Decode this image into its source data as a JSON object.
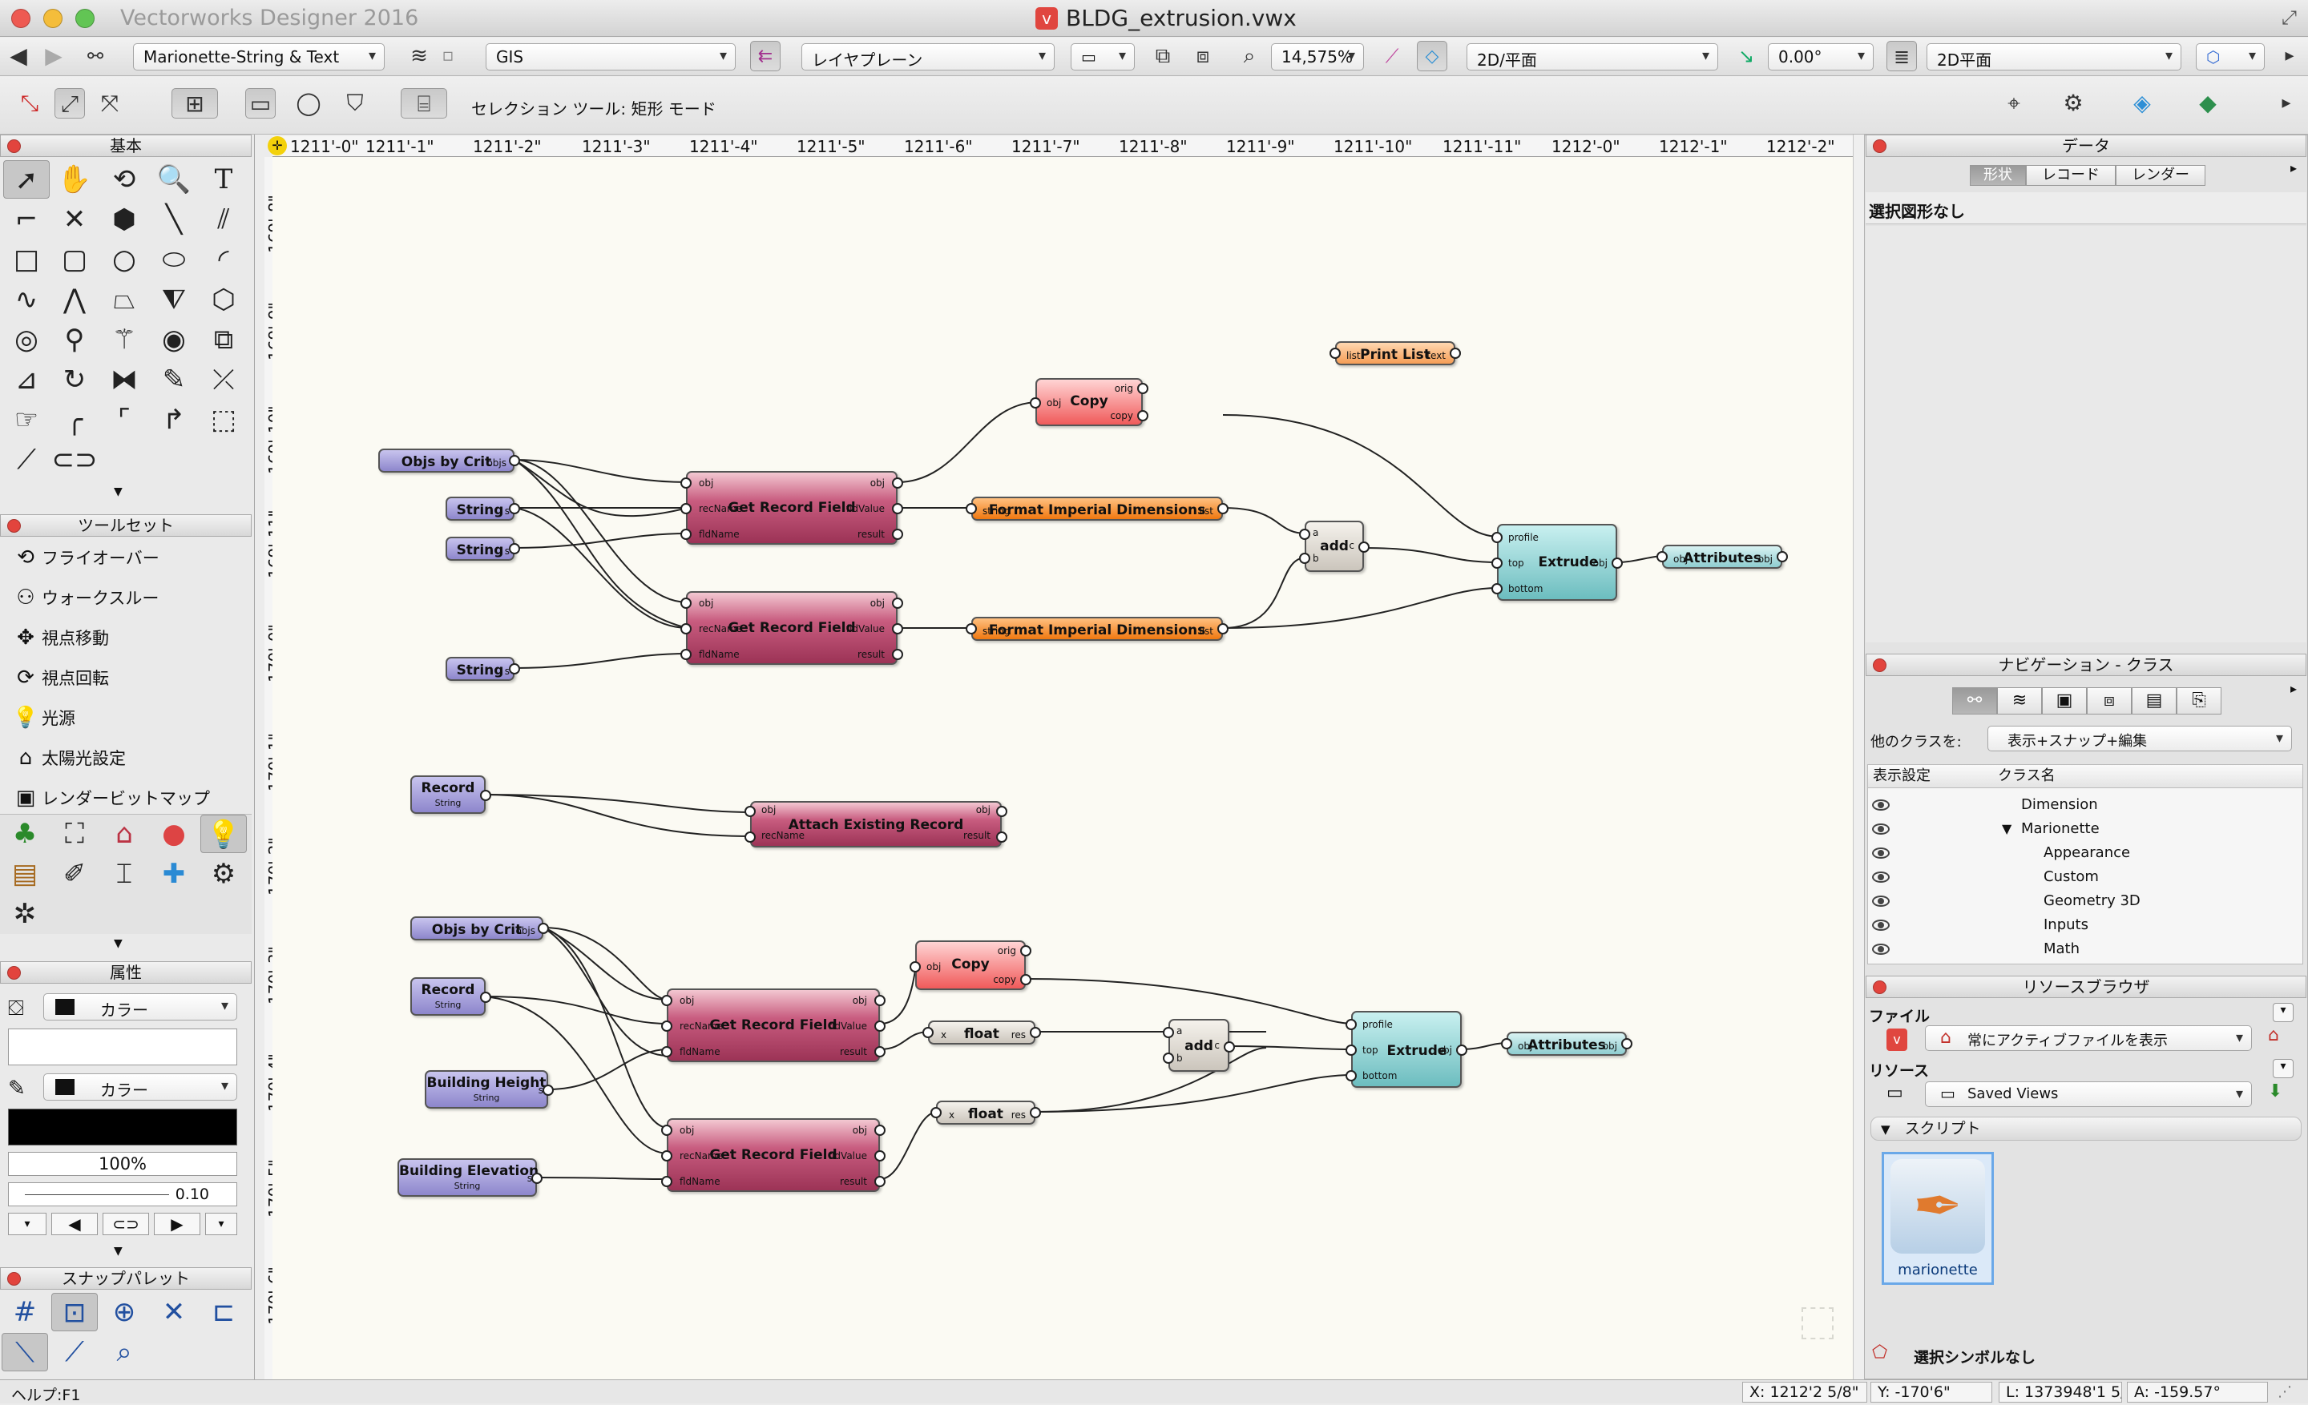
{
  "window": {
    "app_title": "Vectorworks Designer 2016",
    "doc_title": "BLDG_extrusion.vwx"
  },
  "toolbar1": {
    "view_set": "Marionette-String & Text",
    "class": "GIS",
    "layer": "レイヤプレーン",
    "zoom": "14,575%",
    "view": "2D/平面",
    "angle": "0.00°",
    "render": "2D平面"
  },
  "toolbar2": {
    "mode_text": "セレクション ツール: 矩形 モード"
  },
  "palettes": {
    "basic_title": "基本",
    "toolset_title": "ツールセット",
    "toolset_items": [
      "フライオーバー",
      "ウォークスルー",
      "視点移動",
      "視点回転",
      "光源",
      "太陽光設定",
      "レンダービットマップ"
    ],
    "attributes_title": "属性",
    "fill_label": "カラー",
    "pen_label": "カラー",
    "opacity": "100%",
    "line_weight": "0.10",
    "snap_title": "スナップパレット"
  },
  "rulers": {
    "top": [
      "1211'-0\"",
      "1211'-1\"",
      "1211'-2\"",
      "1211'-3\"",
      "1211'-4\"",
      "1211'-5\"",
      "1211'-6\"",
      "1211'-7\"",
      "1211'-8\"",
      "1211'-9\"",
      "1211'-10\"",
      "1211'-11\"",
      "1212'-0\"",
      "1212'-1\"",
      "1212'-2\""
    ],
    "left": [
      "169'-8\"",
      "169'-9\"",
      "169'-10\"",
      "169'-11\"",
      "170'-0\"",
      "170'-1\"",
      "170'-2\"",
      "170'-3\"",
      "170'-4\"",
      "170'-5\"",
      "170'-6\""
    ]
  },
  "nodes": {
    "objs1": {
      "title": "Objs by Crit",
      "out": "objs"
    },
    "str1": {
      "title": "String",
      "out": "s"
    },
    "str2": {
      "title": "String",
      "out": "s"
    },
    "str3": {
      "title": "String",
      "out": "s"
    },
    "grf1": {
      "title": "Get Record Field",
      "in1": "obj",
      "in2": "recName",
      "in3": "fldName",
      "out1": "obj",
      "out2": "fldValue",
      "out3": "result"
    },
    "grf2": {
      "title": "Get Record Field",
      "in1": "obj",
      "in2": "recName",
      "in3": "fldName",
      "out1": "obj",
      "out2": "fldValue",
      "out3": "result"
    },
    "copy1": {
      "title": "Copy",
      "in": "obj",
      "out1": "orig",
      "out2": "copy"
    },
    "fmt1": {
      "title": "Format Imperial Dimensions",
      "in": "string",
      "out": "list"
    },
    "fmt2": {
      "title": "Format Imperial Dimensions",
      "in": "string",
      "out": "list"
    },
    "add1": {
      "title": "add",
      "in1": "a",
      "in2": "b",
      "out": "c"
    },
    "ext1": {
      "title": "Extrude",
      "in1": "profile",
      "in2": "top",
      "in3": "bottom",
      "out": "obj"
    },
    "att1": {
      "title": "Attributes",
      "in": "obj",
      "out": "obj"
    },
    "pl1": {
      "title": "Print List",
      "in": "list",
      "out": "text"
    },
    "rec1": {
      "title": "Record",
      "sub": "String"
    },
    "aer1": {
      "title": "Attach Existing Record",
      "in1": "obj",
      "in2": "recName",
      "out1": "obj",
      "out2": "result"
    },
    "objs2": {
      "title": "Objs by Crit",
      "out": "objs"
    },
    "rec2": {
      "title": "Record",
      "sub": "String"
    },
    "bh": {
      "title": "Building Height",
      "sub": "String",
      "out": "s"
    },
    "be": {
      "title": "Building Elevation",
      "sub": "String",
      "out": "s"
    },
    "grf3": {
      "title": "Get Record Field",
      "in1": "obj",
      "in2": "recName",
      "in3": "fldName",
      "out1": "obj",
      "out2": "fldValue",
      "out3": "result"
    },
    "grf4": {
      "title": "Get Record Field",
      "in1": "obj",
      "in2": "recName",
      "in3": "fldName",
      "out1": "obj",
      "out2": "fldValue",
      "out3": "result"
    },
    "copy2": {
      "title": "Copy",
      "in": "obj",
      "out1": "orig",
      "out2": "copy"
    },
    "flt1": {
      "title": "float",
      "in": "x",
      "out": "res"
    },
    "flt2": {
      "title": "float",
      "in": "x",
      "out": "res"
    },
    "add2": {
      "title": "add",
      "in1": "a",
      "in2": "b",
      "out": "c"
    },
    "ext2": {
      "title": "Extrude",
      "in1": "profile",
      "in2": "top",
      "in3": "bottom",
      "out": "obj"
    },
    "att2": {
      "title": "Attributes",
      "in": "obj",
      "out": "obj"
    }
  },
  "data_panel": {
    "title": "データ",
    "tabs": [
      "形状",
      "レコード",
      "レンダー"
    ],
    "status": "選択図形なし"
  },
  "nav_panel": {
    "title": "ナビゲーション - クラス",
    "other_label": "他のクラスを:",
    "other_value": "表示+スナップ+編集",
    "col_visibility": "表示設定",
    "col_name": "クラス名",
    "classes": [
      "Dimension",
      "Marionette",
      "Appearance",
      "Custom",
      "Geometry 3D",
      "Inputs",
      "Math"
    ]
  },
  "resource_panel": {
    "title": "リソースブラウザ",
    "file_label": "ファイル",
    "file_value": "常にアクティブファイルを表示",
    "resource_label": "リソース",
    "resource_value": "Saved Views",
    "group_label": "スクリプト",
    "item_name": "marionette",
    "status": "選択シンボルなし"
  },
  "statusbar": {
    "help": "ヘルプ:F1",
    "x": "X:  1212'2 5/8\"",
    "y": "Y:  -170'6\"",
    "l": "L:  1373948'1 5/",
    "a": "A:  -159.57°"
  }
}
